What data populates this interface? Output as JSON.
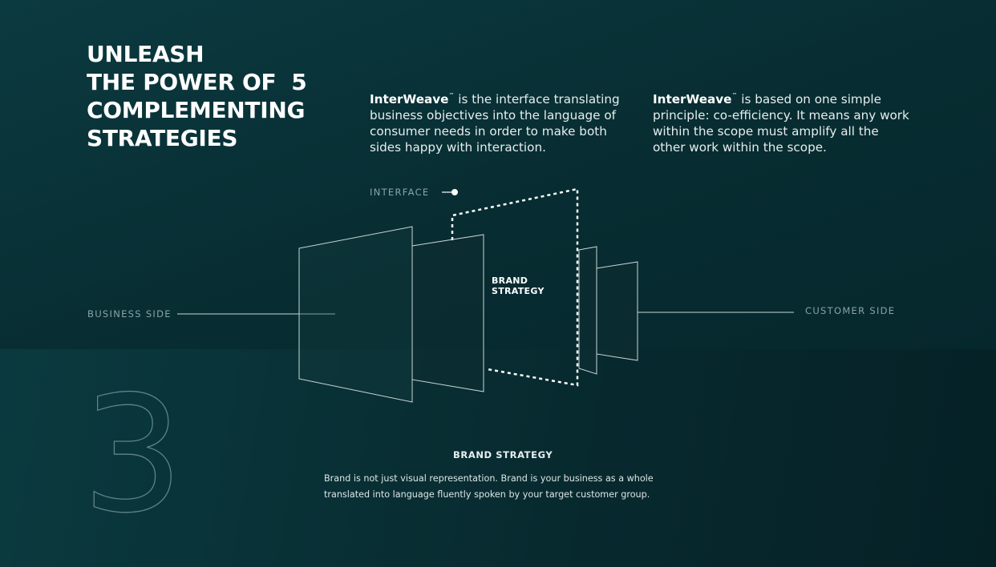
{
  "headline": {
    "lines": [
      "UNLEASH",
      "THE POWER OF  5",
      "COMPLEMENTING",
      "STRATEGIES"
    ]
  },
  "intro": {
    "left": {
      "brand": "InterWeave",
      "tm": "™",
      "text": " is the interface translating business objectives into the language of consumer needs in order to make both sides happy with interaction."
    },
    "right": {
      "brand": "InterWeave",
      "tm": "™",
      "text": " is based on one simple principle: co-efficiency. It means any work within the scope must amplify all the other work within the scope."
    }
  },
  "diagram": {
    "interface_label": "INTERFACE",
    "business_label": "BUSINESS SIDE",
    "customer_label": "CUSTOMER SIDE",
    "brand_tag": [
      "BRAND",
      "STRATEGY"
    ]
  },
  "section": {
    "number": "3",
    "title": "BRAND STRATEGY",
    "body": "Brand is not just visual representation. Brand is your business as a whole translated into language fluently spoken by your target customer group."
  },
  "colors": {
    "background": "#062a2e",
    "text": "#ffffff",
    "muted": "#8aa3a6",
    "line": "#c9d6d6"
  }
}
